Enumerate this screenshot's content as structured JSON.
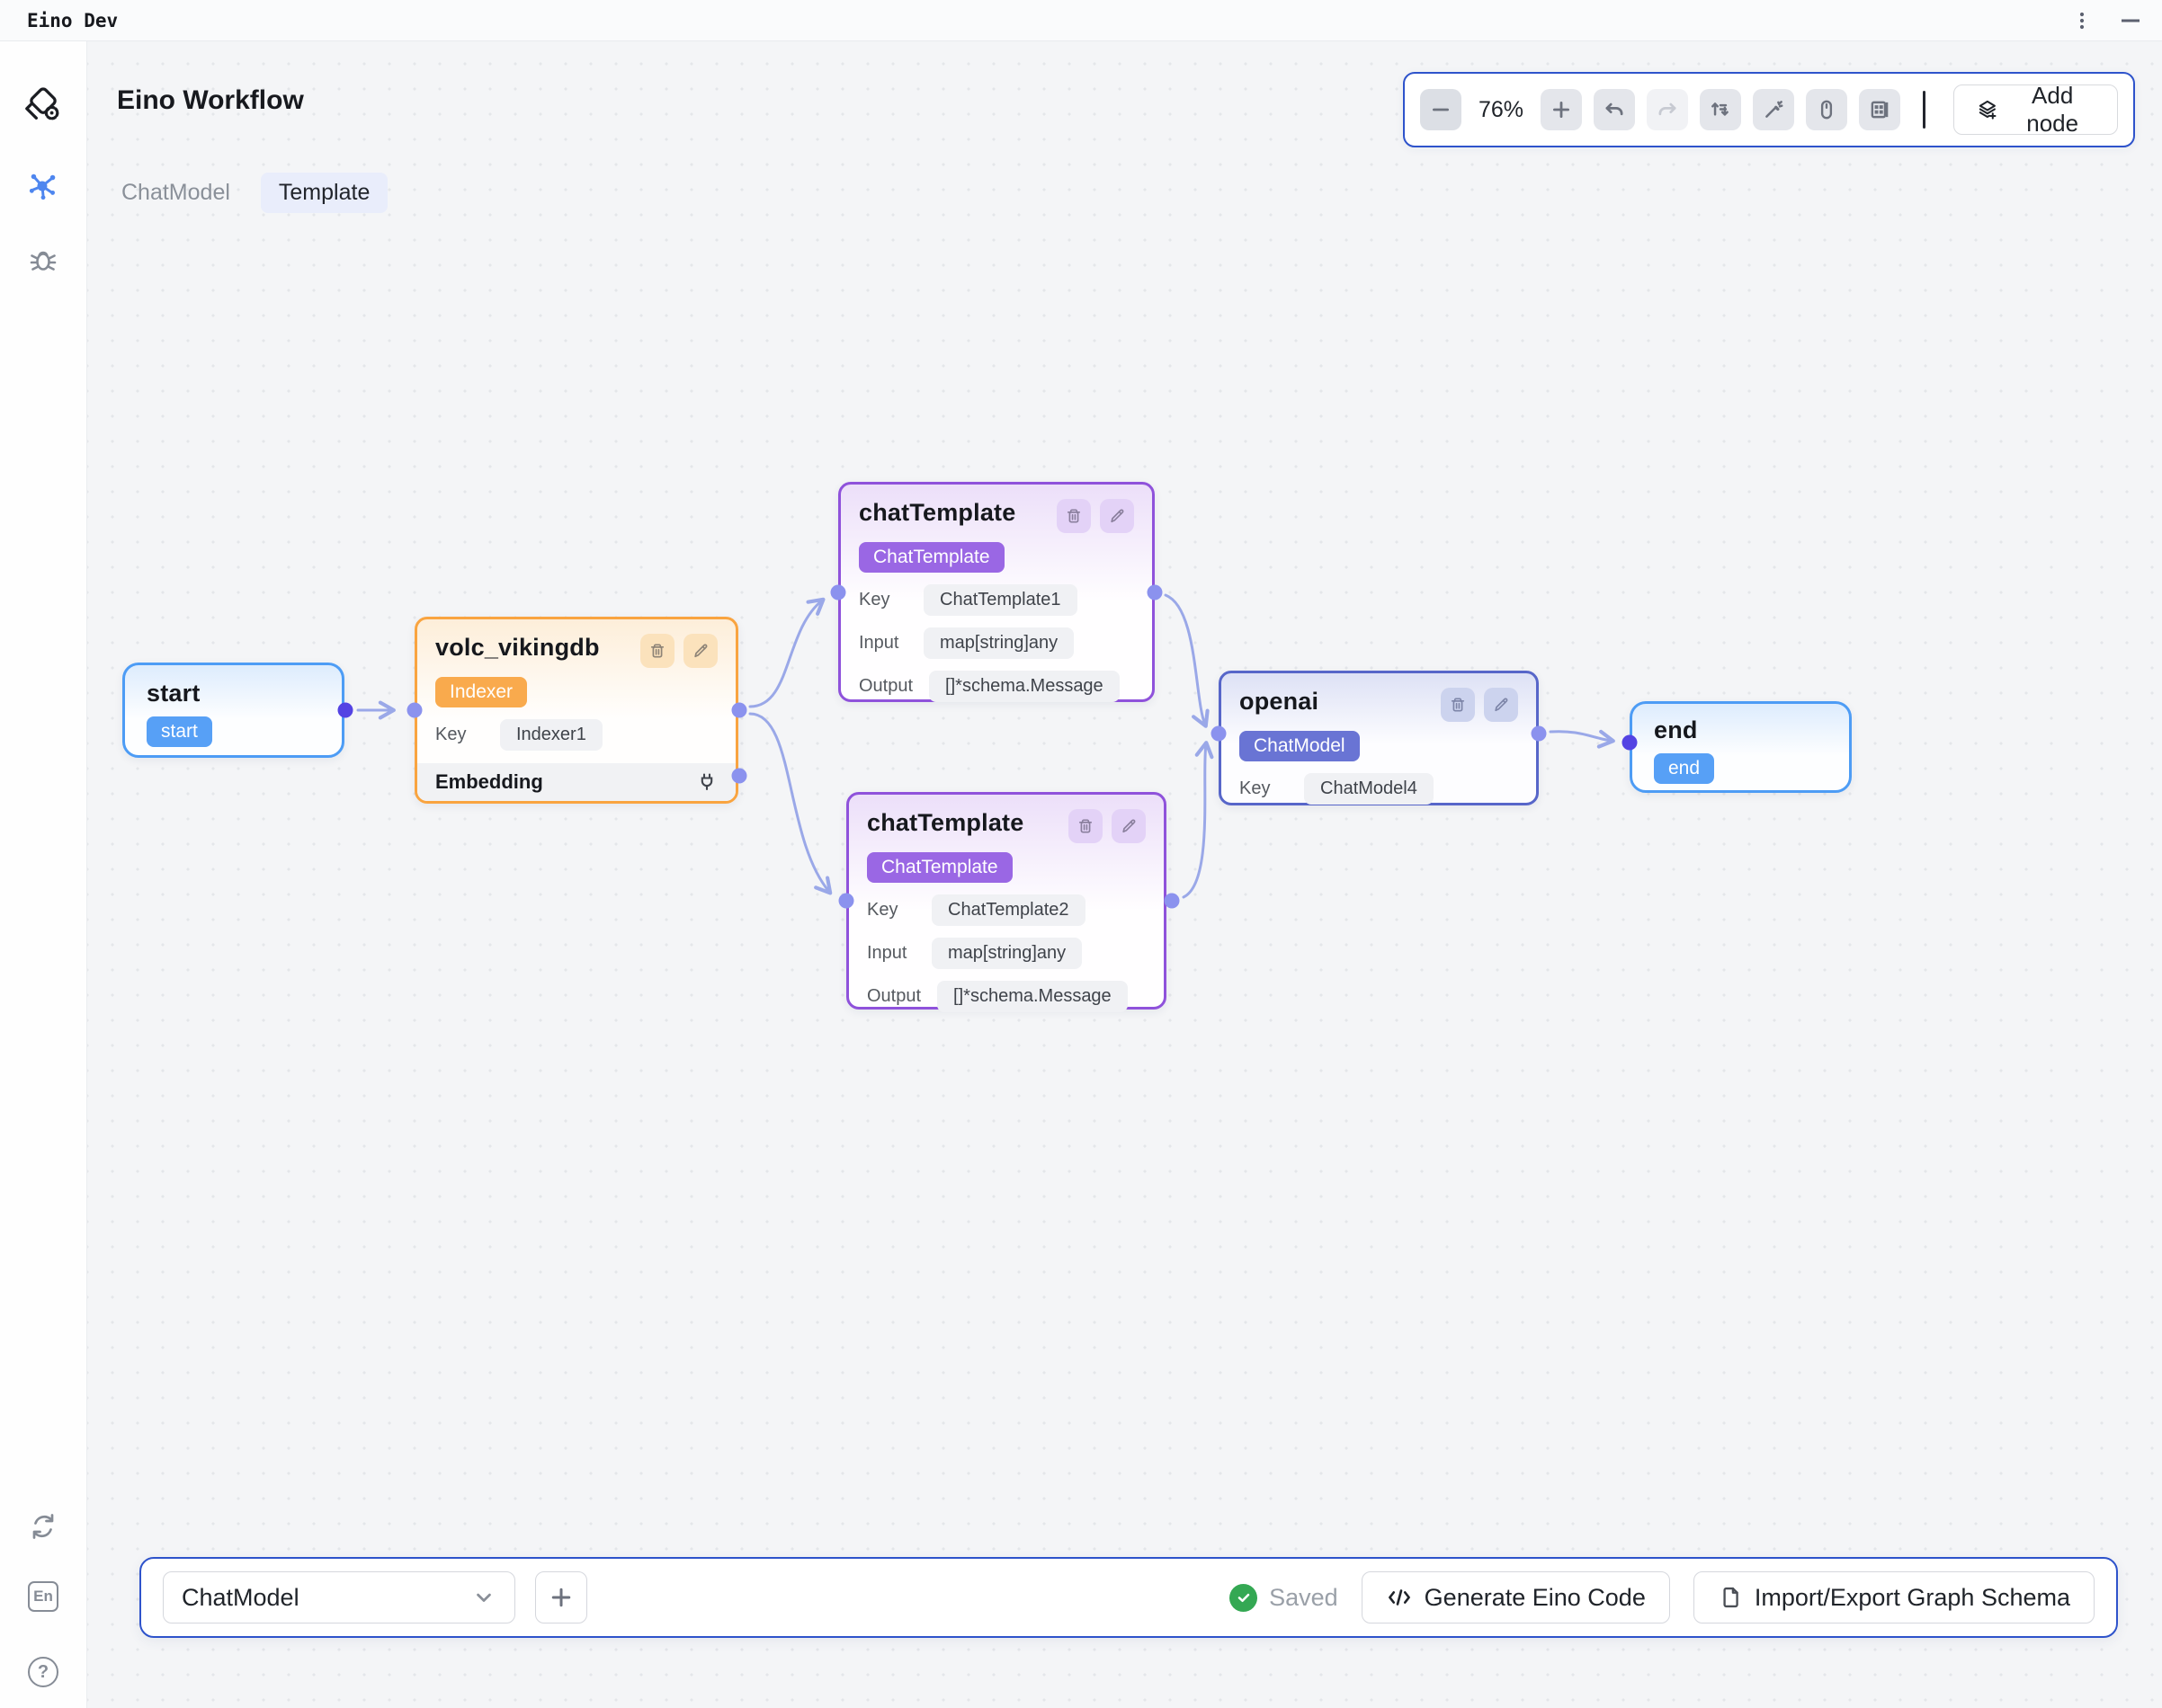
{
  "window": {
    "app_title": "Eino Dev"
  },
  "header": {
    "title": "Eino Workflow"
  },
  "tabs": {
    "chatmodel": "ChatModel",
    "template": "Template"
  },
  "toolbar": {
    "zoom_level": "76%",
    "add_node": "Add node"
  },
  "sidebar": {
    "language_label": "En",
    "help_label": "?"
  },
  "canvas": {
    "field_labels": {
      "key": "Key",
      "input": "Input",
      "output": "Output"
    },
    "nodes": {
      "start": {
        "title": "start",
        "badge": "start"
      },
      "volc": {
        "title": "volc_vikingdb",
        "badge": "Indexer",
        "key_value": "Indexer1",
        "section": "Embedding"
      },
      "chat_template_1": {
        "title": "chatTemplate",
        "badge": "ChatTemplate",
        "key_value": "ChatTemplate1",
        "input_value": "map[string]any",
        "output_value": "[]*schema.Message"
      },
      "chat_template_2": {
        "title": "chatTemplate",
        "badge": "ChatTemplate",
        "key_value": "ChatTemplate2",
        "input_value": "map[string]any",
        "output_value": "[]*schema.Message"
      },
      "openai": {
        "title": "openai",
        "badge": "ChatModel",
        "key_value": "ChatModel4"
      },
      "end": {
        "title": "end",
        "badge": "end"
      }
    },
    "edges": [
      {
        "from": "start",
        "to": "volc_vikingdb"
      },
      {
        "from": "volc_vikingdb",
        "to": "chatTemplate1"
      },
      {
        "from": "volc_vikingdb",
        "to": "chatTemplate2"
      },
      {
        "from": "chatTemplate1",
        "to": "openai"
      },
      {
        "from": "chatTemplate2",
        "to": "openai"
      },
      {
        "from": "openai",
        "to": "end"
      }
    ]
  },
  "bottom_bar": {
    "graph_select_value": "ChatModel",
    "saved_status": "Saved",
    "generate_code": "Generate Eino Code",
    "import_export": "Import/Export Graph Schema"
  },
  "icons": {
    "kebab_menu": "⋮",
    "minimize": "—",
    "workflow_nav": "hub",
    "debug_nav": "bug",
    "refresh": "⟳",
    "zoom_out": "−",
    "zoom_in": "+",
    "undo": "↶",
    "redo": "↷",
    "auto_layout": "⇅",
    "magic_wand": "wand",
    "mouse_mode": "mouse",
    "minimap": "grid",
    "add_node_layers": "layers+",
    "delete": "trash",
    "edit": "pencil",
    "embedding_plug": "plug",
    "chevron_down": "v",
    "saved_check": "✓",
    "generate_code": "</>",
    "import_export_doc": "doc"
  },
  "colors": {
    "accent_blue_border": "#2e53cb",
    "node_blue": "#4d9cf5",
    "node_orange": "#f9a440",
    "node_purple": "#8f52db",
    "node_indigo": "#5766c9",
    "edge": "#9aa8e8",
    "port_dark": "#5443e3",
    "port_light": "#8b92ee",
    "saved_green": "#34a853"
  }
}
